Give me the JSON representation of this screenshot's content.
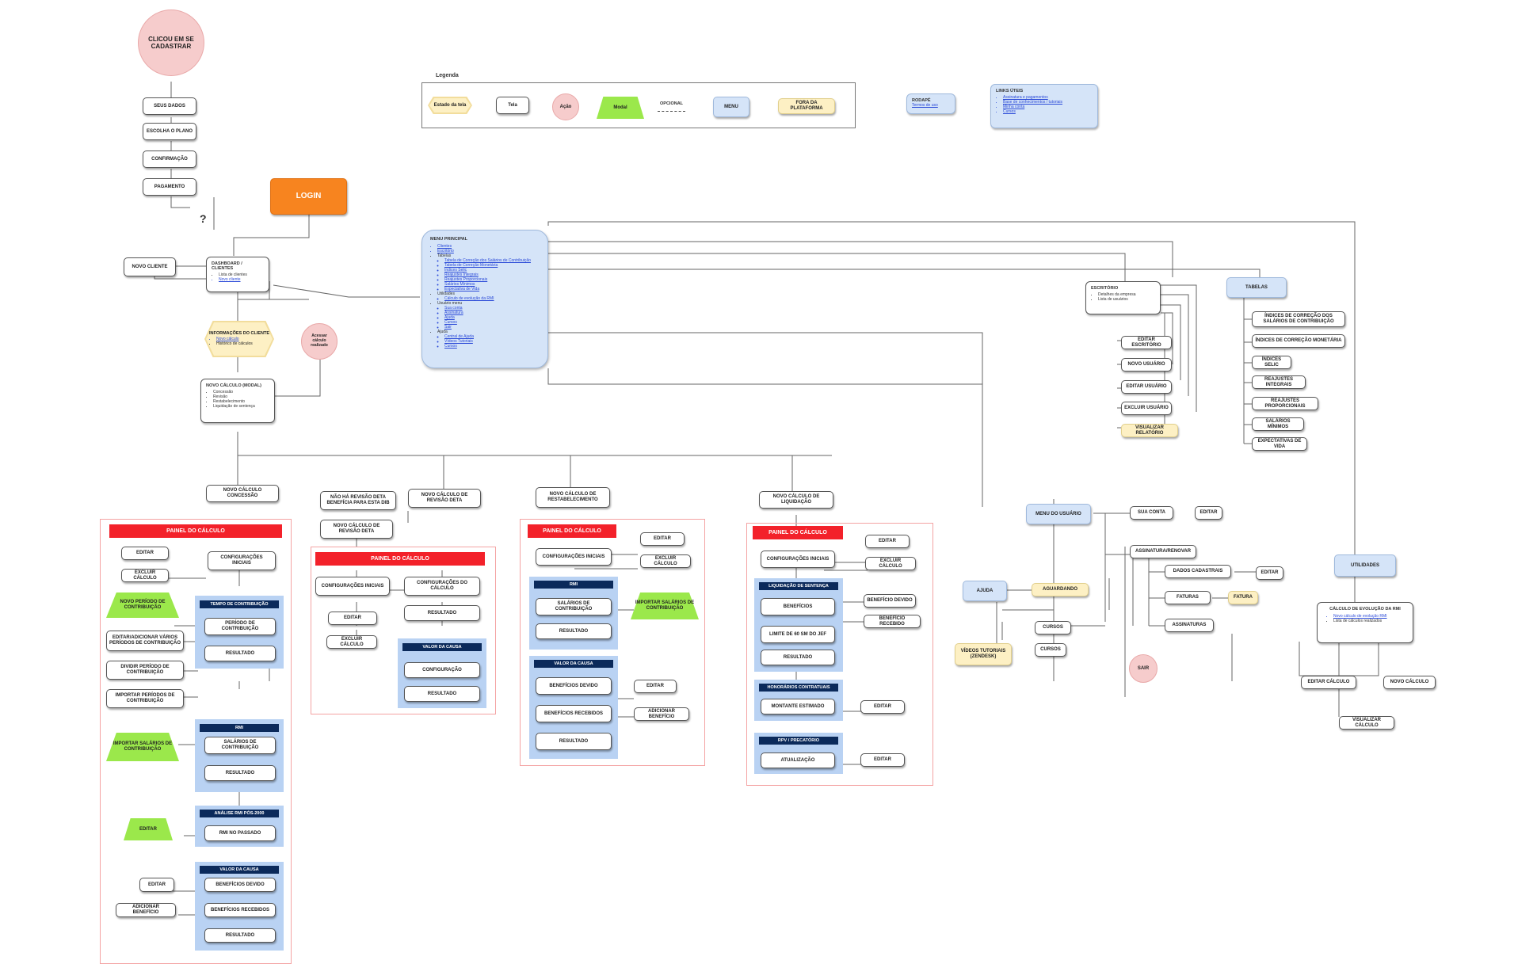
{
  "legend": {
    "title": "Legenda",
    "estado_tela": "Estado da tela",
    "tela": "Tela",
    "acao": "Ação",
    "modal": "Modal",
    "opcional": "OPCIONAL",
    "menu": "MENU",
    "fora": "FORA DA PLATAFORMA"
  },
  "rodape": {
    "title": "RODAPÉ",
    "link": "Termos de uso"
  },
  "links_uteis": {
    "title": "LINKS ÚTEIS",
    "items": [
      "Assinatura e pagamentos",
      "Base de conhecimentos / tutoriais",
      "Minha conta",
      "Cursos"
    ]
  },
  "signup": {
    "start": "CLICOU EM SE CADASTRAR",
    "seus_dados": "SEUS DADOS",
    "escolha_plano": "ESCOLHA O PLANO",
    "confirmacao": "CONFIRMAÇÃO",
    "pagamento": "PAGAMENTO",
    "question": "?"
  },
  "login": "LOGIN",
  "novo_cliente": "NOVO CLIENTE",
  "dashboard": {
    "title": "DASHBOARD / CLIENTES",
    "items": [
      "Lista de clientes",
      "Novo cliente"
    ]
  },
  "info_cliente": {
    "title": "INFORMAÇÕES DO CLIENTE",
    "items": [
      "Novo cálculo",
      "Histórico de cálculos"
    ]
  },
  "acessar_calculo": "Acessar cálculo realizado",
  "novo_calculo_modal": {
    "title": "NOVO CÁLCULO (MODAL)",
    "items": [
      "Concessão",
      "Revisão",
      "Restabelecimento",
      "Liquidação de sentença"
    ]
  },
  "menu_principal": {
    "title": "MENU PRINCIPAL",
    "items": [
      {
        "t": "Clientes",
        "l": true,
        "lv": 1
      },
      {
        "t": "Escritório",
        "l": true,
        "lv": 1
      },
      {
        "t": "Tabelas",
        "l": false,
        "lv": 1
      },
      {
        "t": "Tabela de Correção dos Salários de Contribuição",
        "l": true,
        "lv": 2
      },
      {
        "t": "Tabela de Correção Monetária",
        "l": true,
        "lv": 2
      },
      {
        "t": "Índices Selic",
        "l": true,
        "lv": 2
      },
      {
        "t": "Reajustes Integrais",
        "l": true,
        "lv": 2
      },
      {
        "t": "Reajustes Proporcionais",
        "l": true,
        "lv": 2
      },
      {
        "t": "Salários Mínimos",
        "l": true,
        "lv": 2
      },
      {
        "t": "Expectativa de Vida",
        "l": true,
        "lv": 2
      },
      {
        "t": "Utilidades",
        "l": false,
        "lv": 1
      },
      {
        "t": "Cálculo de evolução da RMI",
        "l": true,
        "lv": 2
      },
      {
        "t": "Usuário menu",
        "l": false,
        "lv": 1
      },
      {
        "t": "Sua conta",
        "l": true,
        "lv": 2
      },
      {
        "t": "Assinatura",
        "l": true,
        "lv": 2
      },
      {
        "t": "Ajuda",
        "l": true,
        "lv": 2
      },
      {
        "t": "Cursos",
        "l": true,
        "lv": 2
      },
      {
        "t": "Sair",
        "l": true,
        "lv": 2
      },
      {
        "t": "Ajuda",
        "l": false,
        "lv": 1
      },
      {
        "t": "Central de Ajuda",
        "l": true,
        "lv": 2
      },
      {
        "t": "Vídeos Tutoriais",
        "l": true,
        "lv": 2
      },
      {
        "t": "Cursos",
        "l": true,
        "lv": 2
      }
    ]
  },
  "escritorio": {
    "title": "ESCRITÓRIO",
    "items": [
      "Detalhes da empresa",
      "Lista de usuários"
    ],
    "editar": "EDITAR ESCRITÓRIO",
    "novo": "NOVO USUÁRIO",
    "editar_usuario": "EDITAR USUÁRIO",
    "excluir": "EXCLUIR USUÁRIO",
    "relatorio": "VISUALIZAR RELATÓRIO"
  },
  "tabelas": {
    "title": "TABELAS",
    "items": [
      "ÍNDICES DE CORREÇÃO DOS SALÁRIOS DE CONTRIBUIÇÃO",
      "ÍNDICES DE CORREÇÃO MONETÁRIA",
      "ÍNDICES SELIC",
      "REAJUSTES INTEGRAIS",
      "REAJUSTES PROPORCIONAIS",
      "SALÁRIOS MÍNIMOS",
      "EXPECTATIVAS DE VIDA"
    ]
  },
  "usuario": {
    "menu": "MENU DO USUÁRIO",
    "sua_conta": "SUA CONTA",
    "editar": "EDITAR",
    "assinatura": "ASSINATURA/RENOVAR",
    "dados": "DADOS CADASTRAIS",
    "faturas": "FATURAS",
    "fatura": "FATURA",
    "assinaturas": "ASSINATURAS",
    "cursos": "CURSOS",
    "sair": "SAIR",
    "ajuda": "AJUDA",
    "aguardando": "AGUARDANDO",
    "videos": "VÍDEOS TUTORIAIS (ZENDESK)"
  },
  "utilidades": {
    "title": "UTILIDADES",
    "calc_title": "CÁLCULO DE EVOLUÇÃO DA RMI",
    "items": [
      "Novo cálculo de evolução RMI",
      "Lista de cálculos realizados"
    ],
    "editar": "EDITAR CÁLCULO",
    "novo": "NOVO CÁLCULO",
    "visualizar": "VISUALIZAR CÁLCULO"
  },
  "concessao": {
    "title": "NOVO CÁLCULO CONCESSÃO",
    "painel": "PAINEL DO CÁLCULO",
    "editar": "EDITAR",
    "excluir": "EXCLUIR CÁLCULO",
    "config": "CONFIGURAÇÕES INICIAIS",
    "novo_periodo": "NOVO PERÍODO DE CONTRIBUIÇÃO",
    "tempo": "TEMPO DE CONTRIBUIÇÃO",
    "periodo": "PERÍODO DE CONTRIBUIÇÃO",
    "resultado": "RESULTADO",
    "editar_adicionar": "EDITAR/ADICIONAR VÁRIOS PERÍODOS DE CONTRIBUIÇÃO",
    "dividir": "DIVIDIR PERÍODO DE CONTRIBUIÇÃO",
    "importar_periodos": "IMPORTAR PERÍODOS DE CONTRIBUIÇÃO",
    "rmi": "RMI",
    "importar_salarios": "IMPORTAR SALÁRIOS DE CONTRIBUIÇÃO",
    "salarios": "SALÁRIOS DE CONTRIBUIÇÃO",
    "analise": "ANÁLISE RMI PÓS-2000",
    "rmi_passado": "RMI NO PASSADO",
    "valor_causa": "VALOR DA CAUSA",
    "beneficios_devido": "BENEFÍCIOS DEVIDO",
    "beneficios_recebidos": "BENEFÍCIOS RECEBIDOS",
    "adicionar_beneficio": "ADICIONAR BENEFÍCIO"
  },
  "revisao": {
    "nao_ha": "NÃO HÁ REVISÃO DETA BENEFÍCIA PARA ESTA DIB",
    "novo": "NOVO CÁLCULO DE REVISÃO DETA",
    "title": "NOVO CÁLCULO DE REVISÃO DETA",
    "painel": "PAINEL DO CÁLCULO",
    "config": "CONFIGURAÇÕES INICIAIS",
    "config_calc": "CONFIGURAÇÕES DO CÁLCULO",
    "editar": "EDITAR",
    "resultado": "RESULTADO",
    "excluir": "EXCLUIR CÁLCULO",
    "valor_causa": "VALOR DA CAUSA",
    "configuracao": "CONFIGURAÇÃO",
    "resultado2": "RESULTADO"
  },
  "restabelecimento": {
    "title": "NOVO CÁLCULO DE RESTABELECIMENTO",
    "painel": "PAINEL DO CÁLCULO",
    "editar": "EDITAR",
    "config": "CONFIGURAÇÕES INICIAIS",
    "excluir": "EXCLUIR CÁLCULO",
    "rmi": "RMI",
    "salarios": "SALÁRIOS DE CONTRIBUIÇÃO",
    "importar": "IMPORTAR SALÁRIOS DE CONTRIBUIÇÃO",
    "resultado": "RESULTADO",
    "valor_causa": "VALOR DA CAUSA",
    "beneficios_devido": "BENEFÍCIOS DEVIDO",
    "editar2": "EDITAR",
    "beneficios_recebidos": "BENEFÍCIOS RECEBIDOS",
    "adicionar": "ADICIONAR BENEFÍCIO",
    "resultado2": "RESULTADO"
  },
  "liquidacao": {
    "title": "NOVO CÁLCULO DE LIQUIDAÇÃO",
    "painel": "PAINEL DO CÁLCULO",
    "editar": "EDITAR",
    "config": "CONFIGURAÇÕES INICIAIS",
    "excluir": "EXCLUIR CÁLCULO",
    "liq": "LIQUIDAÇÃO DE SENTENÇA",
    "beneficios": "BENEFÍCIOS",
    "ben_devido": "BENEFÍCIO DEVIDO",
    "ben_recebido": "BENEFÍCIO RECEBIDO",
    "limite": "LIMITE DE 60 SM DO JEF",
    "resultado": "RESULTADO",
    "honorarios": "HONORÁRIOS CONTRATUAIS",
    "montante": "MONTANTE ESTIMADO",
    "editar2": "EDITAR",
    "rpv": "RPV / PRECATÓRIO",
    "atualizacao": "ATUALIZAÇÃO",
    "editar3": "EDITAR"
  }
}
